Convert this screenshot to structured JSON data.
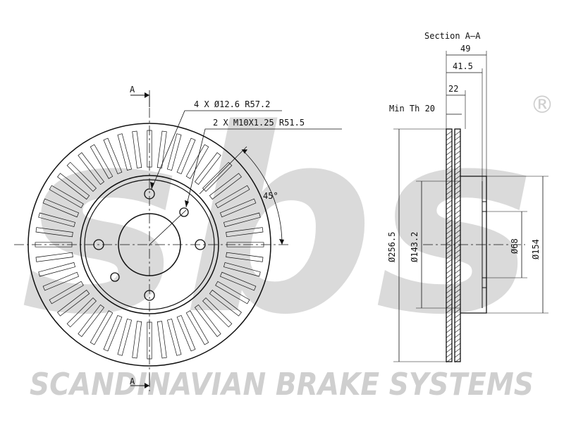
{
  "watermark": {
    "brand_letters": "sbs",
    "registered_mark": "®",
    "company_name": "SCANDINAVIAN BRAKE SYSTEMS",
    "color": "#d4d4d4"
  },
  "front_view": {
    "section_marker_top": "A",
    "section_marker_bottom": "A",
    "bolt_hole_callout": "4 X Ø12.6 R57.2",
    "thread_callout": "2 X M10X1.25 R51.5",
    "angle_label": "45°"
  },
  "section_view": {
    "title": "Section A–A",
    "dim_total_width": "49",
    "dim_hat_width": "41.5",
    "dim_disc_thickness": "22",
    "min_thickness": "Min Th 20",
    "dim_outer_diameter": "Ø256.5",
    "dim_hat_outer_diameter": "Ø143.2",
    "dim_bore_diameter": "Ø68",
    "dim_bolt_circle_diameter": "Ø154"
  }
}
